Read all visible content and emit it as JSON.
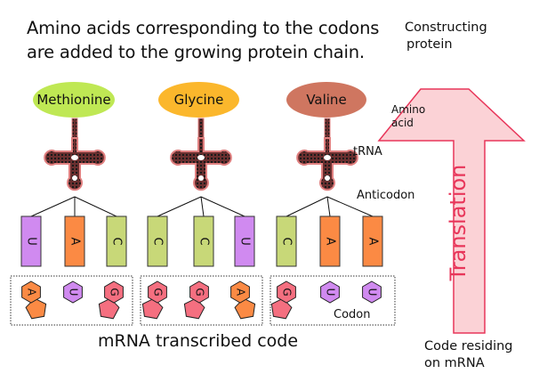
{
  "title": {
    "line1": "Amino acids corresponding to the codons",
    "line2": "are added to the growing protein chain."
  },
  "amino_acids": [
    {
      "name": "Methionine",
      "color": "#bfe854"
    },
    {
      "name": "Glycine",
      "color": "#fbb72c"
    },
    {
      "name": "Valine",
      "color": "#cf7660"
    }
  ],
  "labels": {
    "amino_acid_line1": "Amino",
    "amino_acid_line2": "acid",
    "trna": "tRNA",
    "anticodon": "Anticodon",
    "codon": "Codon",
    "mrna": "mRNA transcribed code"
  },
  "anticodons": [
    [
      "U",
      "A",
      "C"
    ],
    [
      "C",
      "C",
      "U"
    ],
    [
      "C",
      "A",
      "A"
    ]
  ],
  "codons": [
    [
      "A",
      "U",
      "G"
    ],
    [
      "G",
      "G",
      "A"
    ],
    [
      "G",
      "U",
      "U"
    ]
  ],
  "base_colors": {
    "U": "#d08af0",
    "A": "#fb8a44",
    "C": "#c8d878",
    "G": "#f56f80"
  },
  "arrow": {
    "label": "Translation",
    "top_line1": "Constructing",
    "top_line2": "protein",
    "bottom_line1": "Code residing",
    "bottom_line2": "on mRNA",
    "fill": "#fbd2d6",
    "stroke": "#e8365a"
  }
}
